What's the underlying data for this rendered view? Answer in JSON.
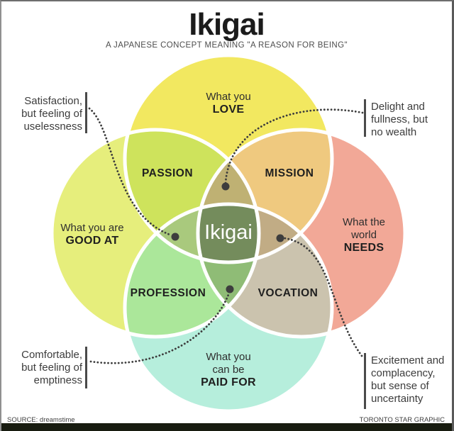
{
  "title": "Ikigai",
  "subtitle": "A JAPANESE CONCEPT MEANING \"A REASON FOR BEING\"",
  "center": {
    "label": "Ikigai",
    "color": "#748C5C"
  },
  "circles": {
    "love": {
      "prefix": "What you",
      "bold": "LOVE",
      "color": "#F2E860"
    },
    "good_at": {
      "prefix": "What you are",
      "bold": "GOOD AT",
      "color": "#E6EE7C"
    },
    "needs": {
      "prefix": "What the\nworld",
      "bold": "NEEDS",
      "color": "#F2A897"
    },
    "paid_for": {
      "prefix": "What you\ncan be",
      "bold": "PAID FOR",
      "color": "#B6EEDC"
    }
  },
  "intersections": {
    "passion": {
      "label": "PASSION",
      "color": "#CEE35C"
    },
    "mission": {
      "label": "MISSION",
      "color": "#EFC97F"
    },
    "profession": {
      "label": "PROFESSION",
      "color": "#ABE79A"
    },
    "vocation": {
      "label": "VOCATION",
      "color": "#CBC3AE"
    }
  },
  "blends": {
    "top": "#BFB173",
    "left": "#A9C97D",
    "right": "#C1AC85",
    "bottom": "#8FBC76"
  },
  "annotations": {
    "top_left": "Satisfaction,\nbut feeling of\nuselessness",
    "top_right": "Delight and\nfullness, but\nno wealth",
    "bottom_left": "Comfortable,\nbut feeling of\nemptiness",
    "bottom_right": "Excitement and\ncomplacency,\nbut sense of\nuncertainty"
  },
  "connector_color": "#3d3d3d",
  "footer": {
    "source": "SOURCE: dreamstime",
    "credit": "TORONTO STAR GRAPHIC"
  }
}
